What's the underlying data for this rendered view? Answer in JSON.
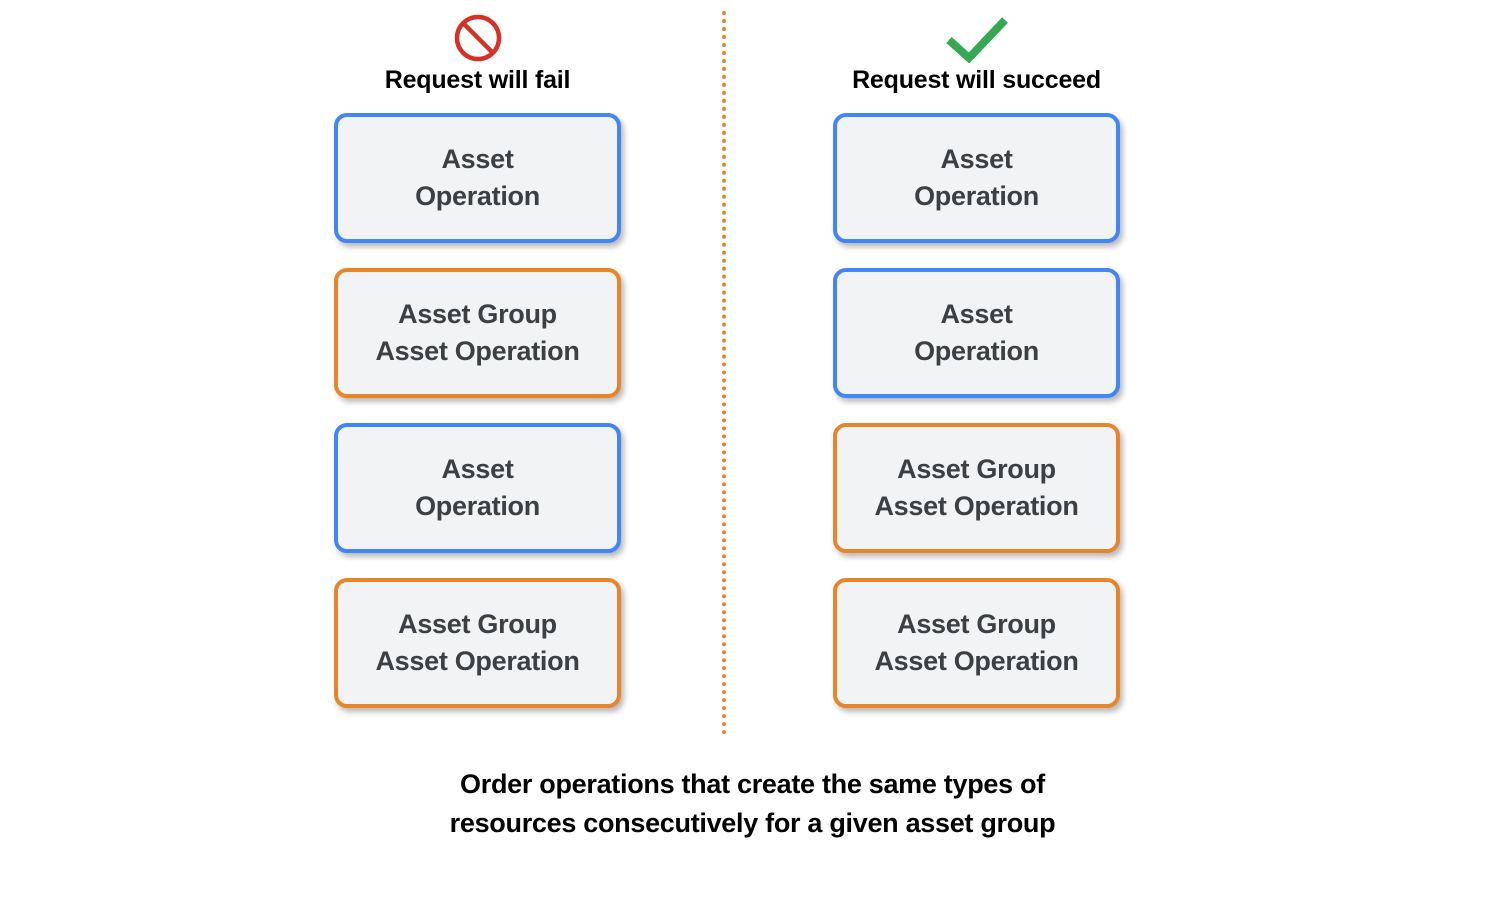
{
  "colors": {
    "blue_border": "#4285F4",
    "orange_border": "#E8852A",
    "card_fill": "#F1F3F4",
    "card_text": "#3C4043",
    "fail_icon": "#D93025",
    "succeed_icon": "#34A853",
    "divider": "#E8852A",
    "background": "#FFFFFF"
  },
  "columns": [
    {
      "id": "fail",
      "icon": "prohibition-icon",
      "label": "Request will fail",
      "cards": [
        {
          "accent": "blue",
          "text": "Asset\nOperation"
        },
        {
          "accent": "orange",
          "text": "Asset Group\nAsset Operation"
        },
        {
          "accent": "blue",
          "text": "Asset\nOperation"
        },
        {
          "accent": "orange",
          "text": "Asset Group\nAsset Operation"
        }
      ]
    },
    {
      "id": "succeed",
      "icon": "check-icon",
      "label": "Request will succeed",
      "cards": [
        {
          "accent": "blue",
          "text": "Asset\nOperation"
        },
        {
          "accent": "blue",
          "text": "Asset\nOperation"
        },
        {
          "accent": "orange",
          "text": "Asset Group\nAsset Operation"
        },
        {
          "accent": "orange",
          "text": "Asset Group\nAsset Operation"
        }
      ]
    }
  ],
  "caption": "Order operations that create the same types of\nresources consecutively for a given asset group"
}
